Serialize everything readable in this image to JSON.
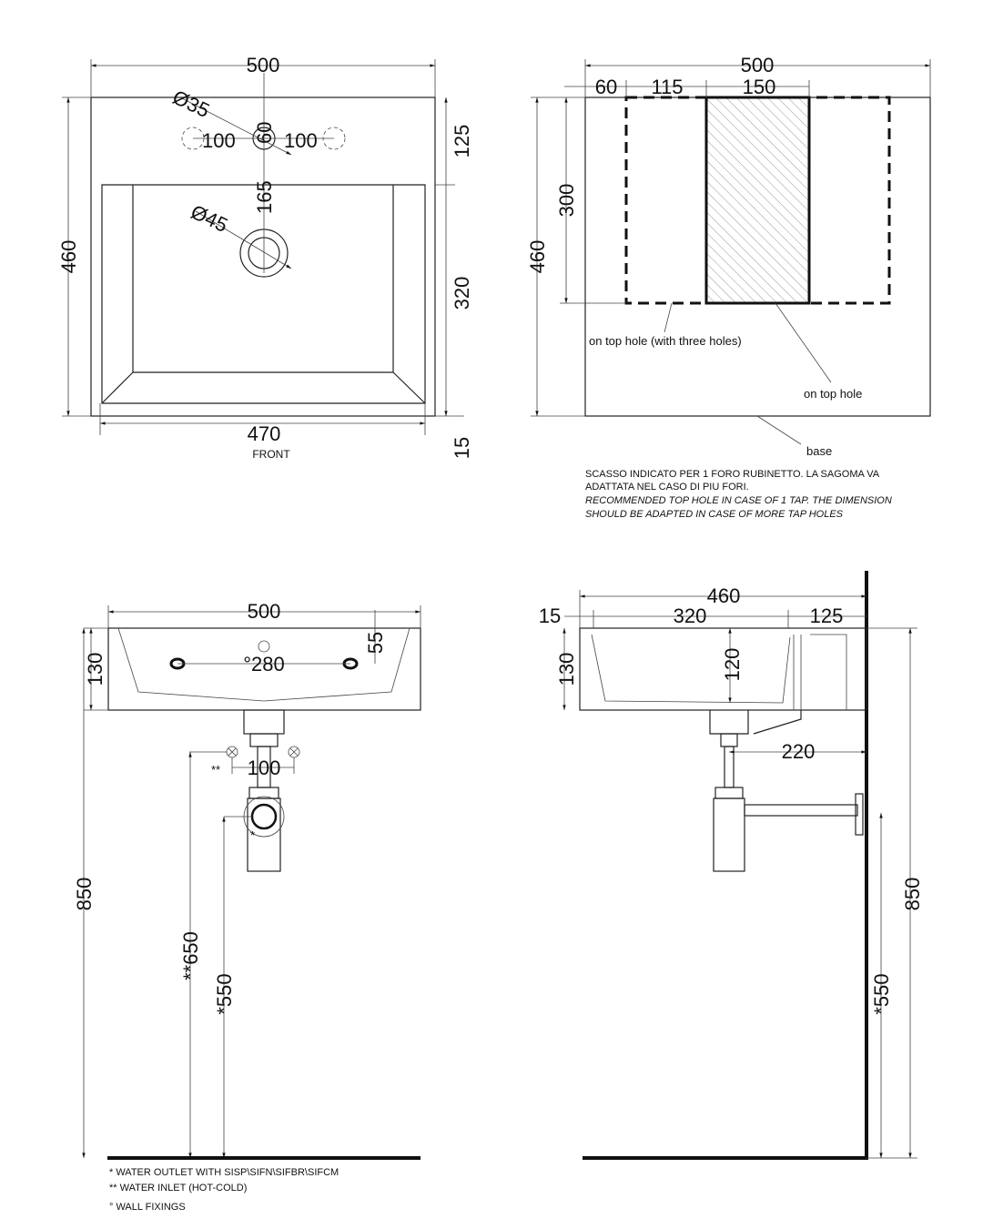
{
  "top_view": {
    "width": "500",
    "depth": "460",
    "tap_hole_dia": "Ø35",
    "tap_offset": "60",
    "tap_spacing_left": "100",
    "tap_spacing_right": "100",
    "drain_offset": "165",
    "drain_dia": "Ø45",
    "back_depth": "125",
    "basin_depth": "320",
    "front_width": "470",
    "front_label": "FRONT",
    "rim": "15"
  },
  "hole_view": {
    "width": "500",
    "left_offset": "60",
    "mid_offset": "115",
    "hole_width": "150",
    "hole_height": "300",
    "depth": "460",
    "label_three_holes": "on top hole (with three holes)",
    "label_top_hole": "on top hole",
    "label_base": "base",
    "note_it_1": "SCASSO INDICATO PER 1 FORO RUBINETTO. LA SAGOMA VA",
    "note_it_2": "ADATTATA NEL CASO DI PIU FORI.",
    "note_en_1": "RECOMMENDED TOP HOLE IN CASE OF 1 TAP. THE DIMENSION",
    "note_en_2": "SHOULD BE ADAPTED IN CASE OF MORE TAP HOLES"
  },
  "front_elevation": {
    "width": "500",
    "height": "130",
    "fixing_height": "55",
    "fixing_spacing": "°280",
    "inlet_spacing": "100",
    "inlet_mark": "**",
    "outlet_mark": "*",
    "total_height": "850",
    "inlet_height": "**650",
    "outlet_height": "*550"
  },
  "side_elevation": {
    "depth": "460",
    "rim": "15",
    "basin": "320",
    "back": "125",
    "height": "130",
    "bowl_depth": "120",
    "trap_distance": "220",
    "total_height": "850",
    "outlet_height": "*550"
  },
  "notes": [
    "*  WATER OUTLET WITH SISP\\SIFN\\SIFBR\\SIFCM",
    "** WATER INLET  (HOT-COLD)",
    "° WALL FIXINGS"
  ]
}
